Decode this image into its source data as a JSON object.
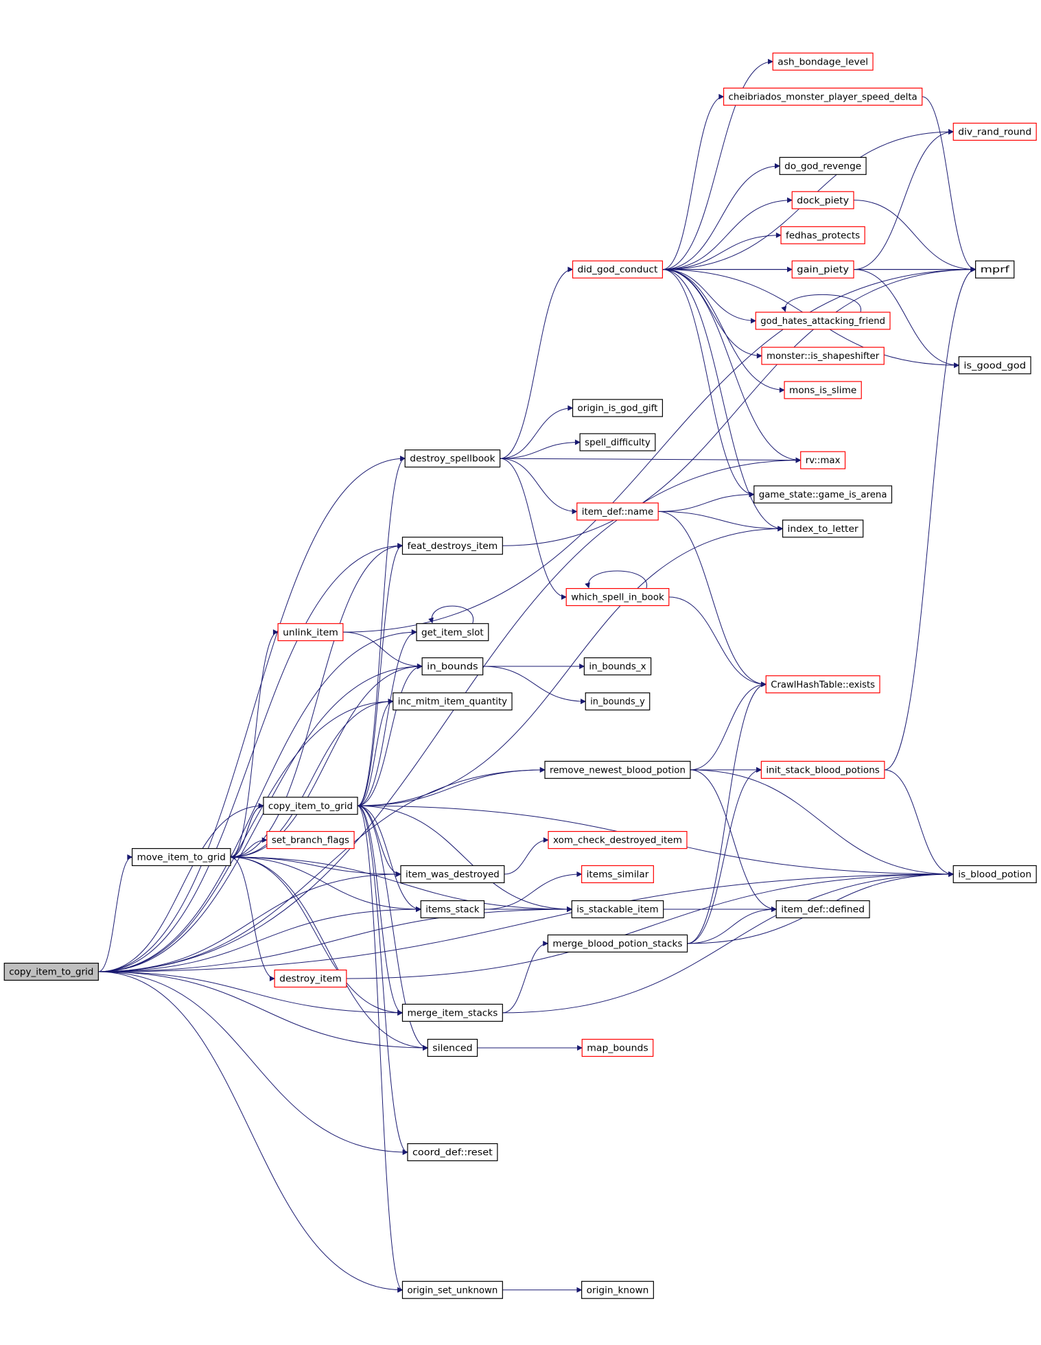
{
  "colors": {
    "edge": "#191970",
    "linked_border": "#000000",
    "external_border": "#ff0000",
    "root_fill": "#bfbfbf",
    "node_fill": "#ffffff"
  },
  "diagram": {
    "nodes": [
      {
        "id": "root",
        "label": "copy_item_to_grid",
        "kind": "root"
      },
      {
        "id": "ash_bondage_level",
        "label": "ash_bondage_level",
        "kind": "external"
      },
      {
        "id": "cheibriados",
        "label": "cheibriados_monster_player_speed_delta",
        "kind": "external"
      },
      {
        "id": "div_rand_round",
        "label": "div_rand_round",
        "kind": "external"
      },
      {
        "id": "do_god_revenge",
        "label": "do_god_revenge",
        "kind": "linked"
      },
      {
        "id": "dock_piety",
        "label": "dock_piety",
        "kind": "external"
      },
      {
        "id": "fedhas_protects",
        "label": "fedhas_protects",
        "kind": "external"
      },
      {
        "id": "did_god_conduct",
        "label": "did_god_conduct",
        "kind": "external"
      },
      {
        "id": "gain_piety",
        "label": "gain_piety",
        "kind": "external"
      },
      {
        "id": "mprf",
        "label": "mprf",
        "kind": "linked"
      },
      {
        "id": "god_hates",
        "label": "god_hates_attacking_friend",
        "kind": "external"
      },
      {
        "id": "is_shapeshifter",
        "label": "monster::is_shapeshifter",
        "kind": "external"
      },
      {
        "id": "is_good_god",
        "label": "is_good_god",
        "kind": "linked"
      },
      {
        "id": "mons_is_slime",
        "label": "mons_is_slime",
        "kind": "external"
      },
      {
        "id": "origin_is_god_gift",
        "label": "origin_is_god_gift",
        "kind": "linked"
      },
      {
        "id": "spell_difficulty",
        "label": "spell_difficulty",
        "kind": "linked"
      },
      {
        "id": "destroy_spellbook",
        "label": "destroy_spellbook",
        "kind": "linked"
      },
      {
        "id": "rv_max",
        "label": "rv::max",
        "kind": "external"
      },
      {
        "id": "game_is_arena",
        "label": "game_state::game_is_arena",
        "kind": "linked"
      },
      {
        "id": "item_def_name",
        "label": "item_def::name",
        "kind": "external"
      },
      {
        "id": "index_to_letter",
        "label": "index_to_letter",
        "kind": "linked"
      },
      {
        "id": "feat_destroys_item",
        "label": "feat_destroys_item",
        "kind": "linked"
      },
      {
        "id": "which_spell_in_book",
        "label": "which_spell_in_book",
        "kind": "external"
      },
      {
        "id": "unlink_item",
        "label": "unlink_item",
        "kind": "external"
      },
      {
        "id": "get_item_slot",
        "label": "get_item_slot",
        "kind": "linked"
      },
      {
        "id": "in_bounds",
        "label": "in_bounds",
        "kind": "linked"
      },
      {
        "id": "in_bounds_x",
        "label": "in_bounds_x",
        "kind": "linked"
      },
      {
        "id": "crawl_hash_exists",
        "label": "CrawlHashTable::exists",
        "kind": "external"
      },
      {
        "id": "inc_mitm",
        "label": "inc_mitm_item_quantity",
        "kind": "linked"
      },
      {
        "id": "in_bounds_y",
        "label": "in_bounds_y",
        "kind": "linked"
      },
      {
        "id": "remove_newest",
        "label": "remove_newest_blood_potion",
        "kind": "linked"
      },
      {
        "id": "init_stack",
        "label": "init_stack_blood_potions",
        "kind": "external"
      },
      {
        "id": "copy_item_to_grid2",
        "label": "copy_item_to_grid",
        "kind": "linked"
      },
      {
        "id": "set_branch_flags",
        "label": "set_branch_flags",
        "kind": "external"
      },
      {
        "id": "xom_check",
        "label": "xom_check_destroyed_item",
        "kind": "external"
      },
      {
        "id": "move_item_to_grid",
        "label": "move_item_to_grid",
        "kind": "linked"
      },
      {
        "id": "item_was_destroyed",
        "label": "item_was_destroyed",
        "kind": "linked"
      },
      {
        "id": "items_similar",
        "label": "items_similar",
        "kind": "external"
      },
      {
        "id": "is_blood_potion",
        "label": "is_blood_potion",
        "kind": "linked"
      },
      {
        "id": "items_stack",
        "label": "items_stack",
        "kind": "linked"
      },
      {
        "id": "is_stackable_item",
        "label": "is_stackable_item",
        "kind": "linked"
      },
      {
        "id": "item_def_defined",
        "label": "item_def::defined",
        "kind": "linked"
      },
      {
        "id": "merge_blood",
        "label": "merge_blood_potion_stacks",
        "kind": "linked"
      },
      {
        "id": "destroy_item",
        "label": "destroy_item",
        "kind": "external"
      },
      {
        "id": "merge_item_stacks",
        "label": "merge_item_stacks",
        "kind": "linked"
      },
      {
        "id": "silenced",
        "label": "silenced",
        "kind": "linked"
      },
      {
        "id": "map_bounds",
        "label": "map_bounds",
        "kind": "external"
      },
      {
        "id": "coord_def_reset",
        "label": "coord_def::reset",
        "kind": "linked"
      },
      {
        "id": "origin_set_unknown",
        "label": "origin_set_unknown",
        "kind": "linked"
      },
      {
        "id": "origin_known",
        "label": "origin_known",
        "kind": "linked"
      }
    ],
    "edges": [
      [
        "root",
        "move_item_to_grid"
      ],
      [
        "root",
        "destroy_spellbook"
      ],
      [
        "root",
        "feat_destroys_item"
      ],
      [
        "root",
        "get_item_slot"
      ],
      [
        "root",
        "in_bounds"
      ],
      [
        "root",
        "inc_mitm"
      ],
      [
        "root",
        "remove_newest"
      ],
      [
        "root",
        "copy_item_to_grid2"
      ],
      [
        "root",
        "item_was_destroyed"
      ],
      [
        "root",
        "items_stack"
      ],
      [
        "root",
        "is_stackable_item"
      ],
      [
        "root",
        "merge_item_stacks"
      ],
      [
        "root",
        "silenced"
      ],
      [
        "root",
        "coord_def_reset"
      ],
      [
        "root",
        "origin_set_unknown"
      ],
      [
        "root",
        "is_blood_potion"
      ],
      [
        "root",
        "rv_max"
      ],
      [
        "move_item_to_grid",
        "copy_item_to_grid2"
      ],
      [
        "move_item_to_grid",
        "set_branch_flags"
      ],
      [
        "move_item_to_grid",
        "unlink_item"
      ],
      [
        "move_item_to_grid",
        "destroy_item"
      ],
      [
        "move_item_to_grid",
        "item_was_destroyed"
      ],
      [
        "move_item_to_grid",
        "items_stack"
      ],
      [
        "move_item_to_grid",
        "merge_item_stacks"
      ],
      [
        "move_item_to_grid",
        "silenced"
      ],
      [
        "move_item_to_grid",
        "feat_destroys_item"
      ],
      [
        "move_item_to_grid",
        "in_bounds"
      ],
      [
        "move_item_to_grid",
        "inc_mitm"
      ],
      [
        "move_item_to_grid",
        "is_stackable_item"
      ],
      [
        "copy_item_to_grid2",
        "move_item_to_grid"
      ],
      [
        "copy_item_to_grid2",
        "destroy_spellbook"
      ],
      [
        "copy_item_to_grid2",
        "feat_destroys_item"
      ],
      [
        "copy_item_to_grid2",
        "get_item_slot"
      ],
      [
        "copy_item_to_grid2",
        "in_bounds"
      ],
      [
        "copy_item_to_grid2",
        "inc_mitm"
      ],
      [
        "copy_item_to_grid2",
        "remove_newest"
      ],
      [
        "copy_item_to_grid2",
        "index_to_letter"
      ],
      [
        "copy_item_to_grid2",
        "item_was_destroyed"
      ],
      [
        "copy_item_to_grid2",
        "items_stack"
      ],
      [
        "copy_item_to_grid2",
        "is_stackable_item"
      ],
      [
        "copy_item_to_grid2",
        "merge_item_stacks"
      ],
      [
        "copy_item_to_grid2",
        "silenced"
      ],
      [
        "copy_item_to_grid2",
        "coord_def_reset"
      ],
      [
        "copy_item_to_grid2",
        "origin_set_unknown"
      ],
      [
        "copy_item_to_grid2",
        "is_blood_potion"
      ],
      [
        "destroy_spellbook",
        "did_god_conduct"
      ],
      [
        "destroy_spellbook",
        "origin_is_god_gift"
      ],
      [
        "destroy_spellbook",
        "spell_difficulty"
      ],
      [
        "destroy_spellbook",
        "rv_max"
      ],
      [
        "destroy_spellbook",
        "item_def_name"
      ],
      [
        "destroy_spellbook",
        "which_spell_in_book"
      ],
      [
        "did_god_conduct",
        "ash_bondage_level"
      ],
      [
        "did_god_conduct",
        "cheibriados"
      ],
      [
        "did_god_conduct",
        "div_rand_round"
      ],
      [
        "did_god_conduct",
        "do_god_revenge"
      ],
      [
        "did_god_conduct",
        "dock_piety"
      ],
      [
        "did_god_conduct",
        "fedhas_protects"
      ],
      [
        "did_god_conduct",
        "gain_piety"
      ],
      [
        "did_god_conduct",
        "god_hates"
      ],
      [
        "did_god_conduct",
        "is_shapeshifter"
      ],
      [
        "did_god_conduct",
        "mons_is_slime"
      ],
      [
        "did_god_conduct",
        "is_good_god"
      ],
      [
        "did_god_conduct",
        "rv_max"
      ],
      [
        "did_god_conduct",
        "game_is_arena"
      ],
      [
        "did_god_conduct",
        "index_to_letter"
      ],
      [
        "did_god_conduct",
        "mprf"
      ],
      [
        "cheibriados",
        "mprf"
      ],
      [
        "dock_piety",
        "mprf"
      ],
      [
        "gain_piety",
        "mprf"
      ],
      [
        "gain_piety",
        "div_rand_round"
      ],
      [
        "gain_piety",
        "is_good_god"
      ],
      [
        "god_hates",
        "god_hates"
      ],
      [
        "item_def_name",
        "game_is_arena"
      ],
      [
        "item_def_name",
        "index_to_letter"
      ],
      [
        "item_def_name",
        "crawl_hash_exists"
      ],
      [
        "which_spell_in_book",
        "which_spell_in_book"
      ],
      [
        "which_spell_in_book",
        "crawl_hash_exists"
      ],
      [
        "feat_destroys_item",
        "mprf"
      ],
      [
        "unlink_item",
        "in_bounds"
      ],
      [
        "unlink_item",
        "mprf"
      ],
      [
        "get_item_slot",
        "get_item_slot"
      ],
      [
        "in_bounds",
        "in_bounds_x"
      ],
      [
        "in_bounds",
        "in_bounds_y"
      ],
      [
        "remove_newest",
        "init_stack"
      ],
      [
        "remove_newest",
        "crawl_hash_exists"
      ],
      [
        "remove_newest",
        "is_blood_potion"
      ],
      [
        "remove_newest",
        "item_def_defined"
      ],
      [
        "init_stack",
        "is_blood_potion"
      ],
      [
        "init_stack",
        "mprf"
      ],
      [
        "item_was_destroyed",
        "xom_check"
      ],
      [
        "items_stack",
        "items_similar"
      ],
      [
        "items_stack",
        "is_stackable_item"
      ],
      [
        "is_stackable_item",
        "item_def_defined"
      ],
      [
        "merge_blood",
        "crawl_hash_exists"
      ],
      [
        "merge_blood",
        "init_stack"
      ],
      [
        "merge_blood",
        "item_def_defined"
      ],
      [
        "merge_blood",
        "is_blood_potion"
      ],
      [
        "merge_item_stacks",
        "merge_blood"
      ],
      [
        "merge_item_stacks",
        "is_blood_potion"
      ],
      [
        "silenced",
        "map_bounds"
      ],
      [
        "origin_set_unknown",
        "origin_known"
      ],
      [
        "destroy_item",
        "is_blood_potion"
      ]
    ]
  }
}
